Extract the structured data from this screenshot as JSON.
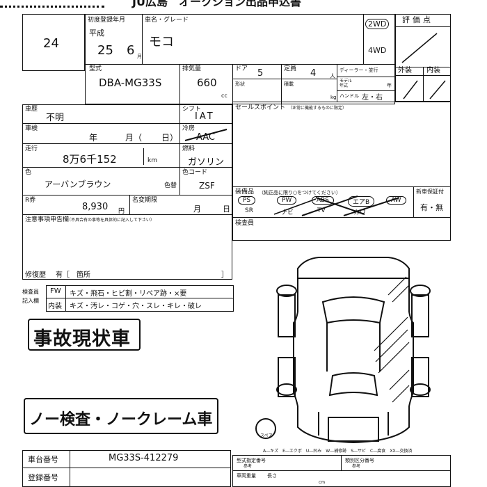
{
  "header": {
    "title": "JU広島　オークション出品申込書"
  },
  "lot": {
    "number": "24"
  },
  "registration": {
    "label": "初度登録年月",
    "era": "平成",
    "year": "25",
    "month": "6",
    "month_unit": "月"
  },
  "car": {
    "name_label": "車名・グレード",
    "name": "モコ"
  },
  "drive": {
    "option_2wd": "2WD",
    "option_4wd": "4WD"
  },
  "grade": {
    "label": "評価点",
    "exterior_label": "外装",
    "interior_label": "内装"
  },
  "model": {
    "label": "型式",
    "value": "DBA-MG33S"
  },
  "displacement": {
    "label": "排気量",
    "value": "660",
    "unit": "cc"
  },
  "doors": {
    "label": "ドア",
    "value": "5"
  },
  "capacity": {
    "label": "定員",
    "value": "4",
    "unit": "人"
  },
  "dealer": {
    "label": "ディーラー・並行"
  },
  "model_year": {
    "label": "モデル年式",
    "unit": "年"
  },
  "shape": {
    "label": "形状"
  },
  "loading": {
    "label": "積載",
    "unit": "kg"
  },
  "handle": {
    "label": "ハンドル",
    "value": "左・右"
  },
  "history": {
    "label": "車歴",
    "value": "不明"
  },
  "shift": {
    "label": "シフト",
    "value": "IAT"
  },
  "sales_point": {
    "label": "セールスポイント",
    "note": "（正常に機能するものに限定）"
  },
  "inspection": {
    "label": "車検",
    "year_unit": "年",
    "month_unit": "月（",
    "day_unit": "日）"
  },
  "aircon": {
    "label": "冷房",
    "value": "AAC"
  },
  "mileage": {
    "label": "走行",
    "value": "8万6千152",
    "unit": "km"
  },
  "fuel": {
    "label": "燃料",
    "value": "ガソリン"
  },
  "color": {
    "label": "色",
    "value": "アーバンブラウン",
    "sublabel": "色替"
  },
  "color_code": {
    "label": "色コード",
    "value": "ZSF"
  },
  "recycle": {
    "label": "R券",
    "value": "8,930",
    "unit": "円"
  },
  "name_change": {
    "label": "名変期限",
    "month_unit": "月",
    "day_unit": "日"
  },
  "equipment": {
    "label": "装備品",
    "note": "（純正品に限り○をつけてください）",
    "top": [
      "PS",
      "PW",
      "ABS",
      "エアB",
      "AW"
    ],
    "bottom": [
      "SR",
      "ナビ",
      "TV",
      "カワ"
    ]
  },
  "new_warranty": {
    "label": "新車保証付",
    "value": "有・無"
  },
  "notes": {
    "label": "注意事項申告欄",
    "note": "（不具合有の事等を具体的に記入して下さい）"
  },
  "inspector": {
    "label": "検査員"
  },
  "repair": {
    "label": "修復歴",
    "value": "有［　箇所",
    "end": "］"
  },
  "inspector_fill": {
    "label1": "検査員",
    "label2": "記入欄",
    "row1_head": "FW",
    "row1": "キズ・飛石・ヒビ割・リペア跡・×要",
    "row2_head": "内装",
    "row2": "キズ・汚レ・コゲ・穴・スレ・キレ・破レ"
  },
  "stamp1": {
    "text": "事故現状車"
  },
  "stamp2": {
    "text": "ノー検査・ノークレーム車"
  },
  "legend": {
    "text": "A―キズ　E―エクボ　U―凹み　W―補修跡　S―サビ　C―腐食　XX―交換済"
  },
  "spare": {
    "label": "スペア"
  },
  "chassis": {
    "label": "車台番号",
    "value": "MG33S-412279"
  },
  "reg_number": {
    "label": "登録番号"
  },
  "form_bottom": {
    "type_label": "型式指定番号",
    "type_sub": "参考",
    "category_label": "類別区分番号",
    "category_sub": "参考",
    "weight_label": "車両重量",
    "length_label": "長さ",
    "unit": "cm"
  }
}
